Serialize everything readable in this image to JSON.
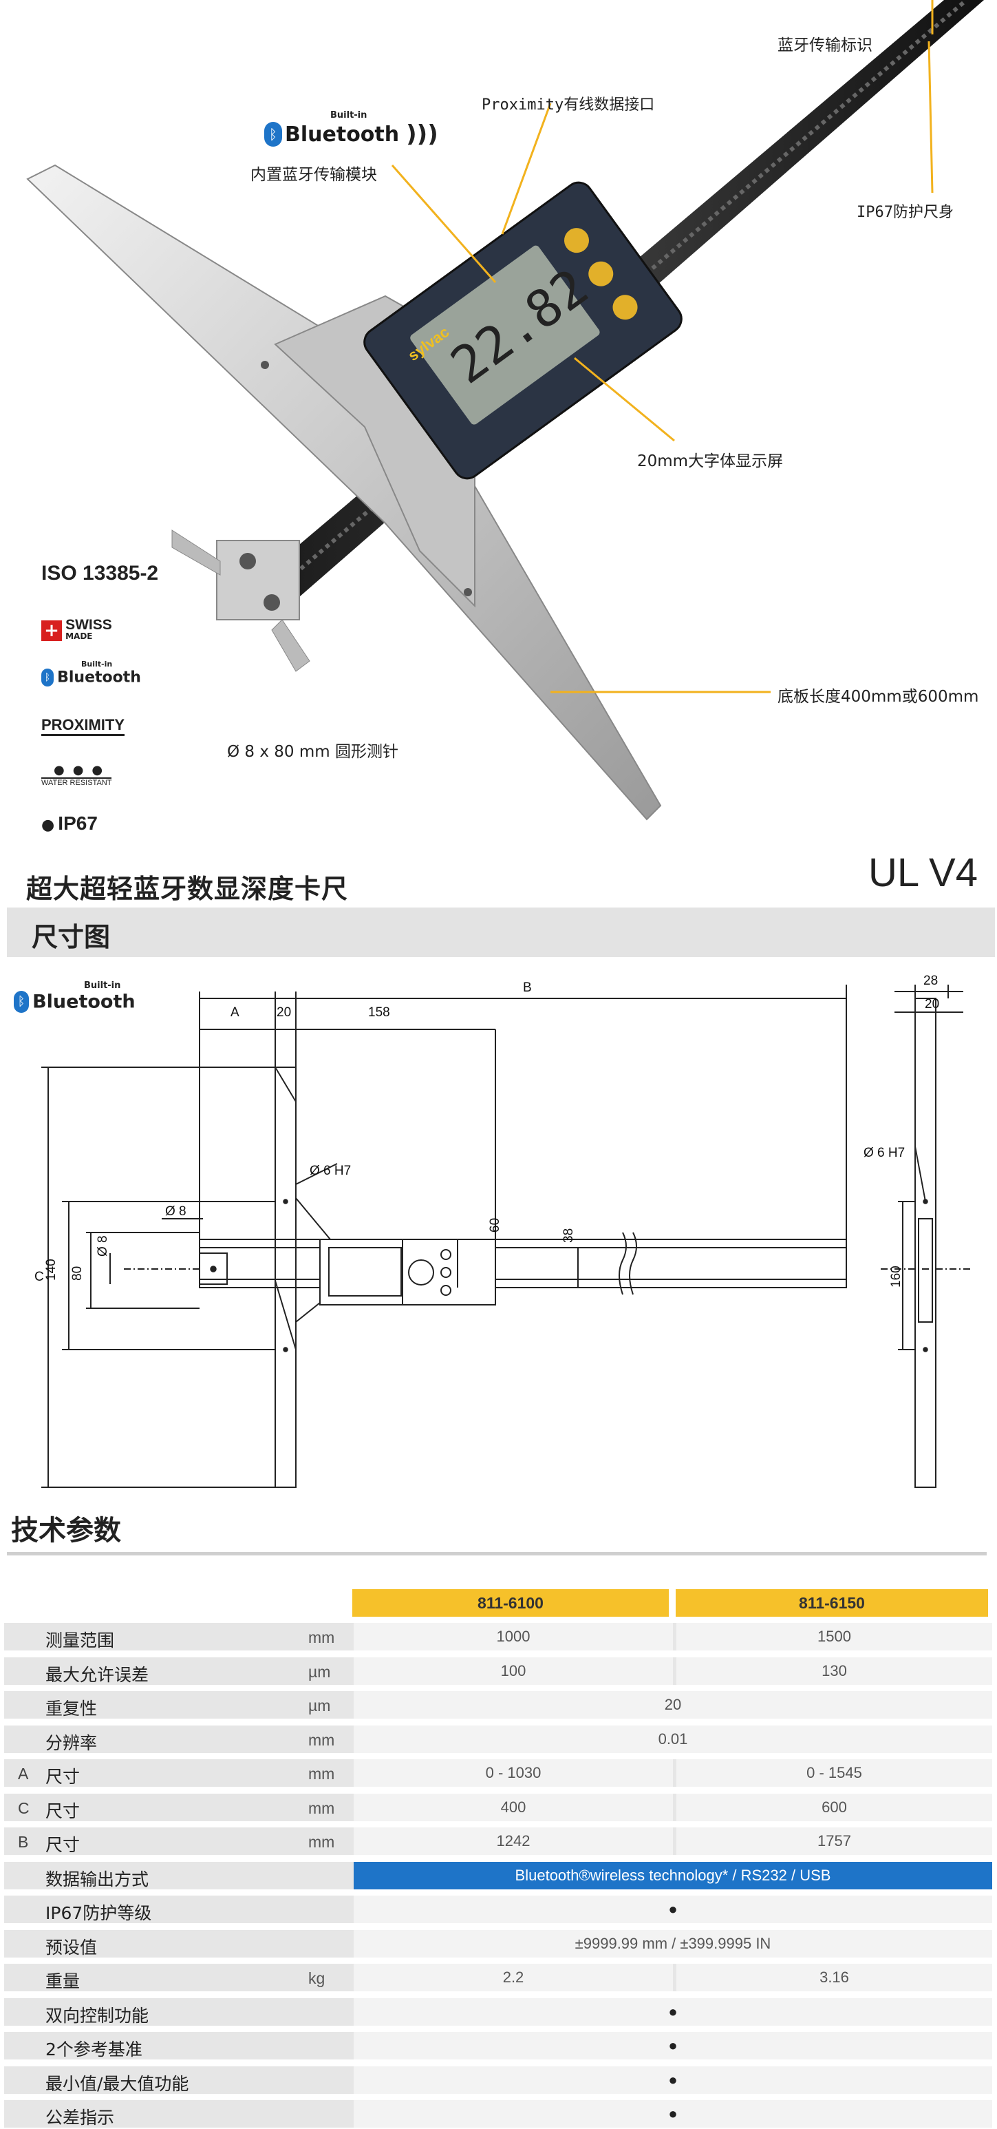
{
  "hero": {
    "display_value": "22.82",
    "brand": "sylvac",
    "bluetooth_badge": {
      "small": "Built-in",
      "big": "Bluetooth"
    },
    "callouts": {
      "bt_sign": "蓝牙传输标识",
      "proximity": "Proximity有线数据接口",
      "bt_module": "内置蓝牙传输模块",
      "ip67_body": "IP67防护尺身",
      "display": "20mm大字体显示屏",
      "base_length": "底板长度400mm或600mm",
      "probe": "Ø 8 x 80 mm 圆形测针"
    },
    "certs": {
      "iso": "ISO 13385-2",
      "swiss": "SWISS",
      "swiss_sub": "MADE",
      "bt_small": "Built-in",
      "bt_big": "Bluetooth",
      "proximity": "PROXIMITY",
      "water": "WATER RESISTANT",
      "ip67": "IP67"
    }
  },
  "title": {
    "product": "超大超轻蓝牙数显深度卡尺",
    "model": "UL V4"
  },
  "section_dimensions": "尺寸图",
  "drawing": {
    "bt_small": "Built-in",
    "bt_big": "Bluetooth",
    "labels": {
      "A": "A",
      "B": "B",
      "C": "C",
      "d20": "20",
      "d158": "158",
      "d60": "60",
      "d38": "38",
      "d140": "140",
      "d80": "80",
      "d8": "Ø 8",
      "d8v": "Ø 8",
      "h7": "Ø 6 H7",
      "h7b": "Ø 6 H7",
      "d28": "28",
      "d20b": "20",
      "d160": "160"
    }
  },
  "section_specs": "技术参数",
  "spec": {
    "headers": [
      "811-6100",
      "811-6150"
    ],
    "rows": [
      {
        "prefix": "",
        "label": "测量范围",
        "unit": "mm",
        "v1": "1000",
        "v2": "1500"
      },
      {
        "prefix": "",
        "label": "最大允许误差",
        "unit": "µm",
        "v1": "100",
        "v2": "130"
      },
      {
        "prefix": "",
        "label": "重复性",
        "unit": "µm",
        "full": "20"
      },
      {
        "prefix": "",
        "label": "分辨率",
        "unit": "mm",
        "full": "0.01"
      },
      {
        "prefix": "A",
        "label": "尺寸",
        "unit": "mm",
        "v1": "0 - 1030",
        "v2": "0 - 1545"
      },
      {
        "prefix": "C",
        "label": "尺寸",
        "unit": "mm",
        "v1": "400",
        "v2": "600"
      },
      {
        "prefix": "B",
        "label": "尺寸",
        "unit": "mm",
        "v1": "1242",
        "v2": "1757"
      },
      {
        "prefix": "",
        "label": "数据输出方式",
        "unit": "",
        "full": "Bluetooth®wireless technology* / RS232 / USB"
      },
      {
        "prefix": "",
        "label": "IP67防护等级",
        "unit": "",
        "full": "●"
      },
      {
        "prefix": "",
        "label": "预设值",
        "unit": "",
        "full": "±9999.99 mm / ±399.9995 IN"
      },
      {
        "prefix": "",
        "label": "重量",
        "unit": "kg",
        "v1": "2.2",
        "v2": "3.16"
      },
      {
        "prefix": "",
        "label": "双向控制功能",
        "unit": "",
        "full": "●"
      },
      {
        "prefix": "",
        "label": "2个参考基准",
        "unit": "",
        "full": "●"
      },
      {
        "prefix": "",
        "label": "最小值/最大值功能",
        "unit": "",
        "full": "●"
      },
      {
        "prefix": "",
        "label": "公差指示",
        "unit": "",
        "full": "●"
      }
    ]
  },
  "colors": {
    "accent_yellow": "#f6c12a",
    "accent_blue": "#1e74c8",
    "bar_grey": "#e3e3e3"
  }
}
